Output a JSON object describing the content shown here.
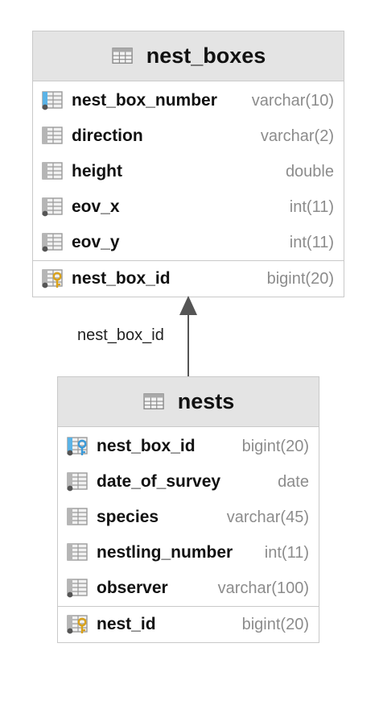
{
  "tables": [
    {
      "name": "nest_boxes",
      "columns": [
        {
          "name": "nest_box_number",
          "type": "varchar(10)",
          "icon": "primary-key-column-icon"
        },
        {
          "name": "direction",
          "type": "varchar(2)",
          "icon": "column-icon"
        },
        {
          "name": "height",
          "type": "double",
          "icon": "column-icon"
        },
        {
          "name": "eov_x",
          "type": "int(11)",
          "icon": "not-null-column-icon"
        },
        {
          "name": "eov_y",
          "type": "int(11)",
          "icon": "not-null-column-icon"
        }
      ],
      "index_columns": [
        {
          "name": "nest_box_id",
          "type": "bigint(20)",
          "icon": "gold-key-column-icon"
        }
      ]
    },
    {
      "name": "nests",
      "columns": [
        {
          "name": "nest_box_id",
          "type": "bigint(20)",
          "icon": "foreign-key-column-icon"
        },
        {
          "name": "date_of_survey",
          "type": "date",
          "icon": "not-null-column-icon"
        },
        {
          "name": "species",
          "type": "varchar(45)",
          "icon": "column-icon"
        },
        {
          "name": "nestling_number",
          "type": "int(11)",
          "icon": "column-icon"
        },
        {
          "name": "observer",
          "type": "varchar(100)",
          "icon": "not-null-column-icon"
        }
      ],
      "index_columns": [
        {
          "name": "nest_id",
          "type": "bigint(20)",
          "icon": "gold-key-column-icon"
        }
      ]
    }
  ],
  "relationship": {
    "label": "nest_box_id",
    "from": "nests",
    "to": "nest_boxes"
  },
  "colors": {
    "header_bg": "#e4e4e4",
    "border": "#c9c9c9",
    "key_blue": "#5bb3e6",
    "key_gold": "#d9a21b",
    "type_gray": "#8c8c8c"
  }
}
